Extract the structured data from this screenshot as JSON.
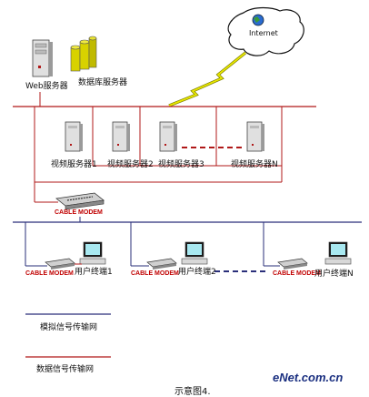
{
  "internet": {
    "label": "Internet"
  },
  "servers": {
    "web": "Web服务器",
    "db": "数据库服务器",
    "video": [
      "视频服务器1",
      "视频服务器2",
      "视频服务器3",
      "视频服务器N"
    ]
  },
  "modems": {
    "main": "CABLE MODEM",
    "terminals": [
      "CABLE MODEM",
      "CABLE MODEM",
      "CABLE MODEM"
    ]
  },
  "terminals": [
    "用户终端1",
    "用户终端2",
    "用户终端N"
  ],
  "legend": {
    "analog": "模拟信号传输网",
    "digital": "数据信号传输网"
  },
  "caption": "示意图4.",
  "watermark": {
    "part1": "eNet",
    "part2": ".com.cn"
  },
  "colors": {
    "red_line": "#b01818",
    "blue_line": "#2a2f7a",
    "bolt": "#d4d400",
    "modem_label": "#c00000"
  }
}
